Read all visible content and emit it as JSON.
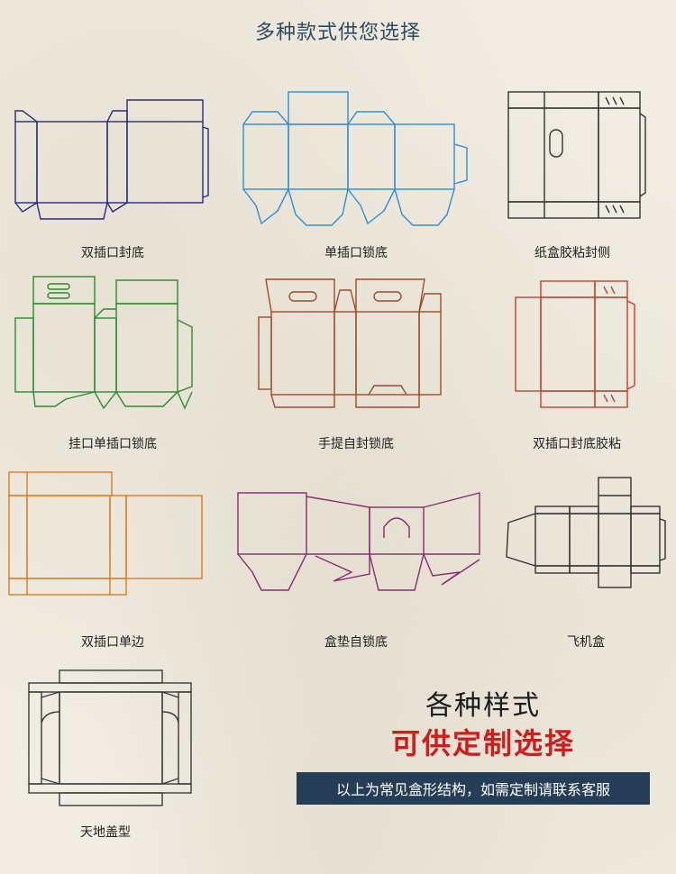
{
  "title": "多种款式供您选择",
  "items": [
    {
      "label": "双插口封底",
      "color": "#2b2a7f"
    },
    {
      "label": "单插口锁底",
      "color": "#2e8fd8"
    },
    {
      "label": "纸盒胶粘封侧",
      "color": "#333333"
    },
    {
      "label": "挂口单插口锁底",
      "color": "#2d8a2f"
    },
    {
      "label": "手提自封锁底",
      "color": "#a04b2a"
    },
    {
      "label": "双插口封底胶粘",
      "color": "#d33a2c"
    },
    {
      "label": "双插口单边",
      "color": "#e07a23"
    },
    {
      "label": "盒垫自锁底",
      "color": "#8a2a72"
    },
    {
      "label": "飞机盒",
      "color": "#333333"
    },
    {
      "label": "天地盖型",
      "color": "#3a3a3a"
    }
  ],
  "promo": {
    "line1": "各种样式",
    "line2": "可供定制选择"
  },
  "banner": "以上为常见盒形结构，如需定制请联系客服"
}
